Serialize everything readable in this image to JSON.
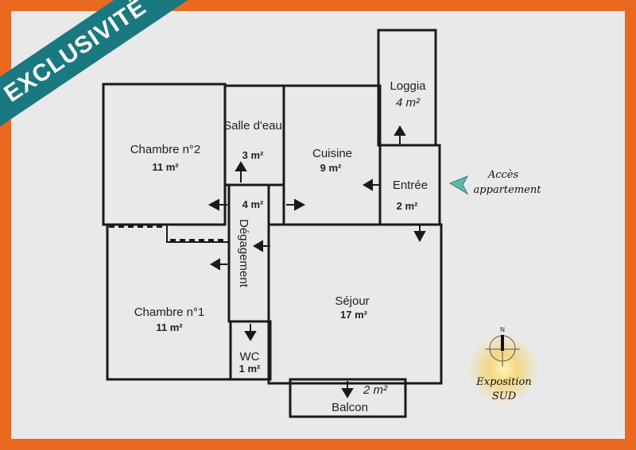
{
  "banner": {
    "label": "EXCLUSIVITÉ",
    "color": "#1a7880"
  },
  "frame_color": "#e8691f",
  "rooms": [
    {
      "name": "Chambre n°2",
      "area": "11 m²"
    },
    {
      "name": "Salle d'eau",
      "area": "3 m²"
    },
    {
      "name": "Cuisine",
      "area": "9 m²"
    },
    {
      "name": "Loggia",
      "area": "4 m²"
    },
    {
      "name": "Entrée",
      "area": "2 m²"
    },
    {
      "name": "Dégagement",
      "area": "4 m²"
    },
    {
      "name": "Chambre n°1",
      "area": "11 m²"
    },
    {
      "name": "Séjour",
      "area": "17 m²"
    },
    {
      "name": "WC",
      "area": "1 m²"
    },
    {
      "name": "Balcon",
      "area": "2 m²"
    }
  ],
  "access": {
    "line1": "Accès",
    "line2": "appartement",
    "icon": "arrow-left-icon"
  },
  "compass": {
    "north": "N",
    "line1": "Exposition",
    "line2": "SUD",
    "icon": "compass-icon"
  }
}
